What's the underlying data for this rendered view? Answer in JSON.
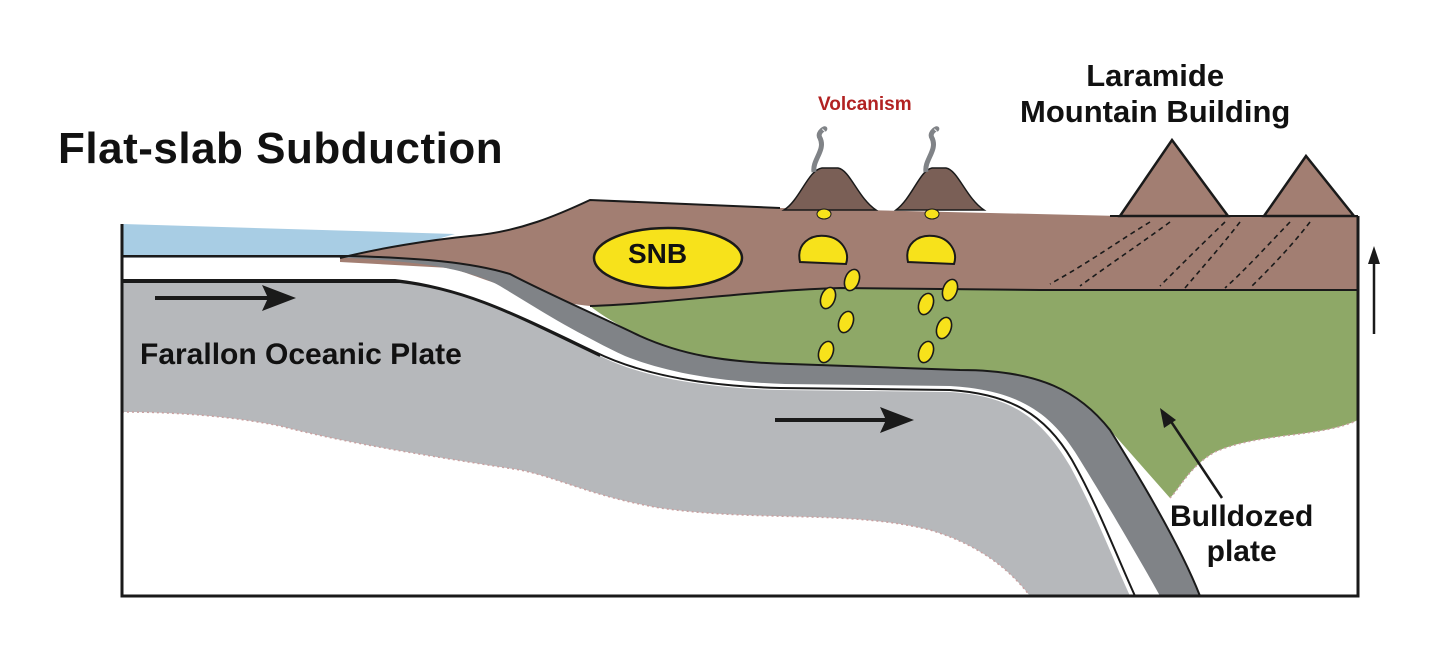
{
  "diagram": {
    "title": "Flat-slab Subduction",
    "volcanism_label": "Volcanism",
    "mountain_label": [
      "Laramide",
      "Mountain Building"
    ],
    "plate_label": "Farallon Oceanic Plate",
    "batholith_label": "SNB",
    "bulldozed_label": [
      "Bulldozed",
      "plate"
    ]
  },
  "colors": {
    "ocean": "#a8cde4",
    "crust": "#a27e72",
    "mantle_lithosphere": "#8ea867",
    "oceanic_plate": "#b6b8bb",
    "oceanic_crust": "#808387",
    "magma": "#f7e21b",
    "outline": "#1a1a1a",
    "volcanism_text": "#b22222"
  },
  "icons": [
    "volcano-icon",
    "arrow-right-icon",
    "arrow-up-icon",
    "ash-plume-icon"
  ]
}
